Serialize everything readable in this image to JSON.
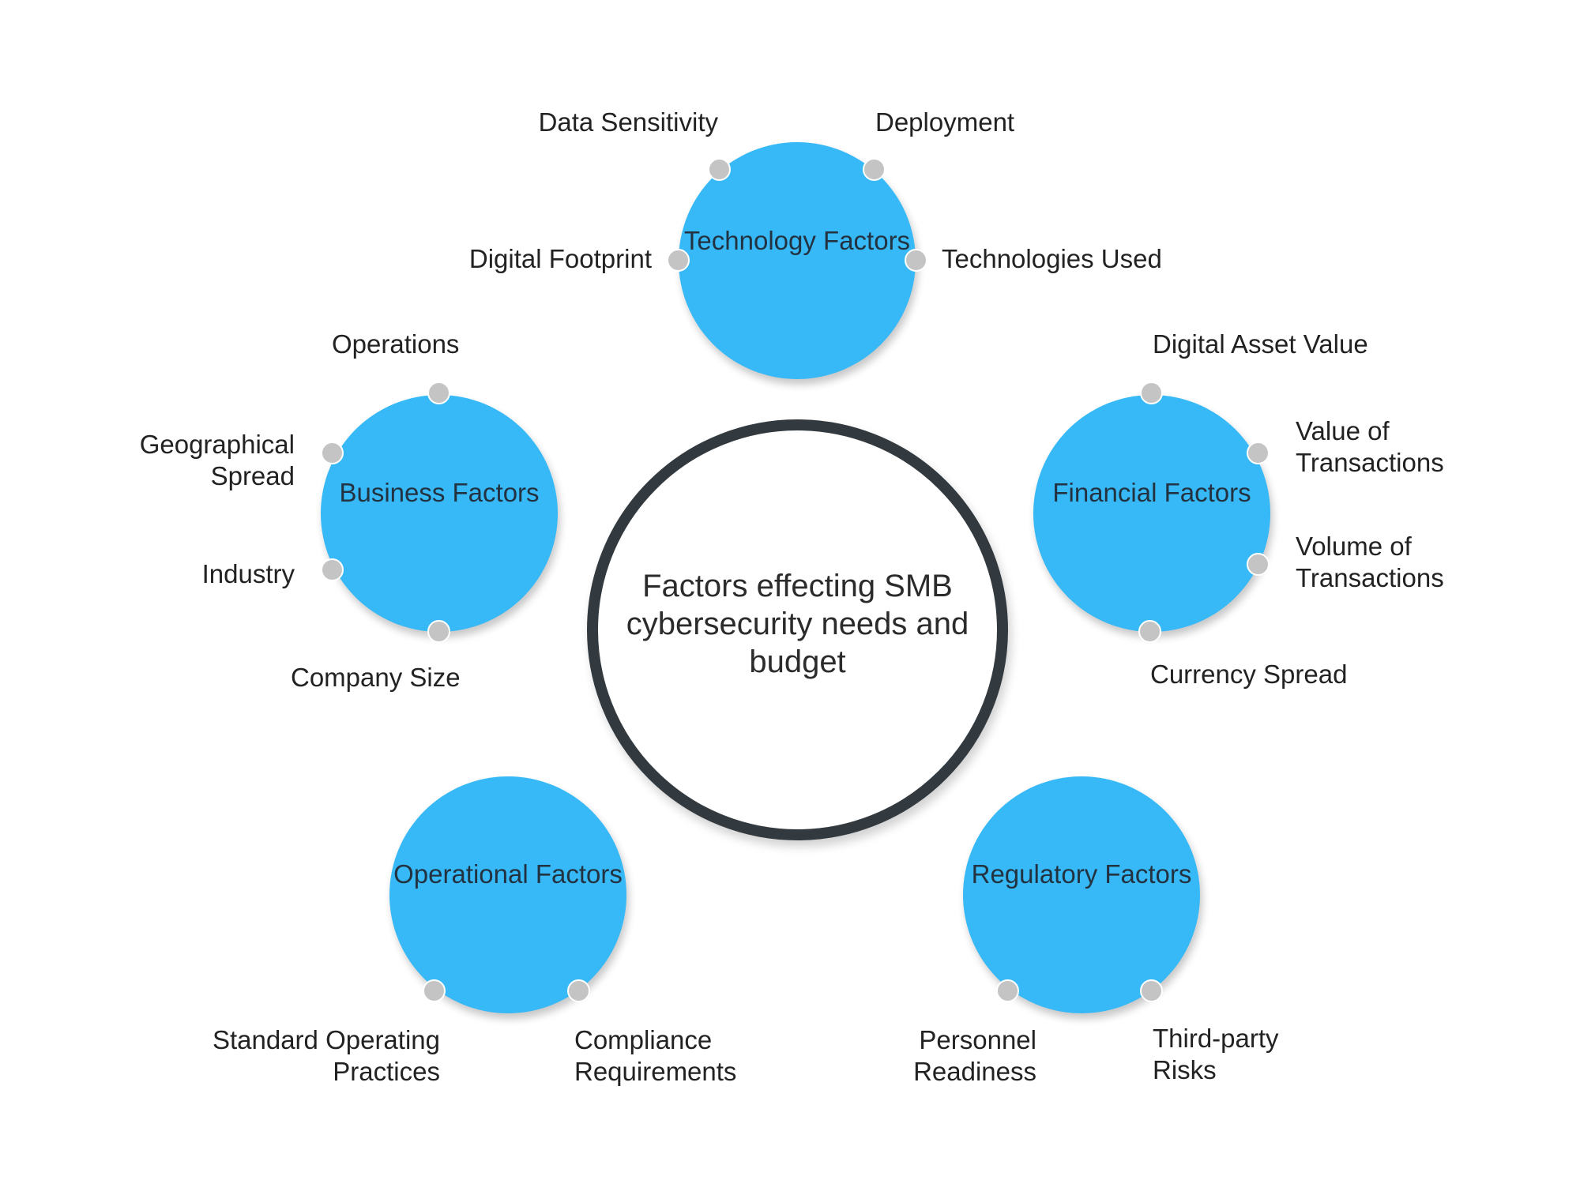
{
  "center": {
    "title": "Factors effecting SMB cybersecurity needs and budget"
  },
  "colors": {
    "factor_fill": "#36b9f6",
    "center_ring": "#333a3f",
    "dot": "#c4c4c4"
  },
  "factors": {
    "technology": {
      "title": "Technology Factors",
      "items": [
        "Data Sensitivity",
        "Deployment",
        "Digital Footprint",
        "Technologies Used"
      ]
    },
    "business": {
      "title": "Business Factors",
      "items": [
        "Operations",
        "Geographical Spread",
        "Industry",
        "Company Size"
      ]
    },
    "financial": {
      "title": "Financial Factors",
      "items": [
        "Digital Asset Value",
        "Value of Transactions",
        "Volume of Transactions",
        "Currency Spread"
      ]
    },
    "operational": {
      "title": "Operational Factors",
      "items": [
        "Standard Operating Practices",
        "Compliance Requirements"
      ]
    },
    "regulatory": {
      "title": "Regulatory Factors",
      "items": [
        "Personnel Readiness",
        "Third-party Risks"
      ]
    }
  }
}
